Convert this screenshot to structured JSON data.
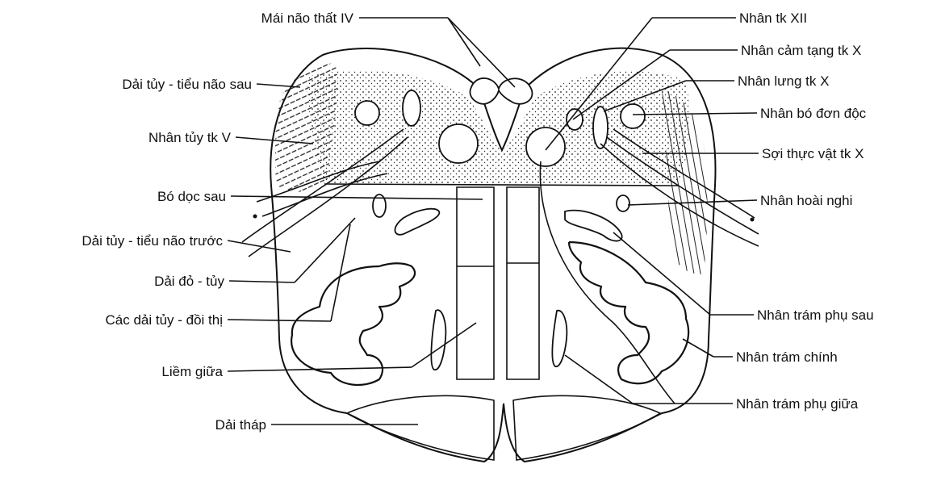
{
  "labels": {
    "mai_nao_that_iv": "Mái não thất IV",
    "dai_tuy_tieu_nao_sau": "Dải tủy - tiểu não sau",
    "nhan_tuy_tk_v": "Nhân tủy tk V",
    "bo_doc_sau": "Bó dọc sau",
    "dai_tuy_tieu_nao_truoc": "Dải tủy - tiểu não trước",
    "dai_do_tuy": "Dải đỏ - tủy",
    "cac_dai_tuy_doi_thi": "Các dải tủy - đồi thị",
    "liem_giua": "Liềm giữa",
    "dai_thap": "Dải tháp",
    "nhan_tk_xii": "Nhân tk XII",
    "nhan_cam_tang_tk_x": "Nhân cảm tạng tk X",
    "nhan_lung_tk_x": "Nhân lưng tk X",
    "nhan_bo_don_doc": "Nhân bó đơn độc",
    "soi_thuc_vat_tk_x": "Sợi thực vật tk X",
    "nhan_hoai_nghi": "Nhân hoài nghi",
    "nhan_tram_phu_sau": "Nhân trám phụ sau",
    "nhan_tram_chinh": "Nhân trám chính",
    "nhan_tram_phu_giua": "Nhân trám phụ giữa"
  },
  "colors": {
    "ink": "#111111",
    "paper": "#ffffff"
  }
}
